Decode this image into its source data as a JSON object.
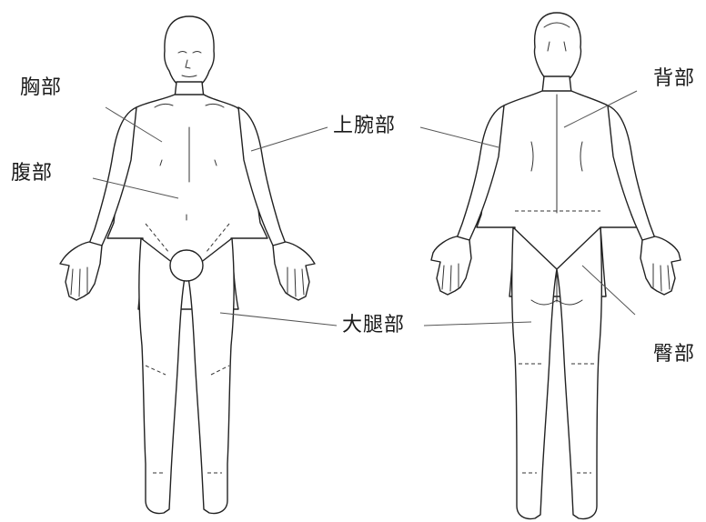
{
  "labels": {
    "chest": "胸部",
    "abdomen": "腹部",
    "upper_arm": "上腕部",
    "thigh": "大腿部",
    "back": "背部",
    "buttock": "臀部"
  },
  "colors": {
    "line": "#222222",
    "background": "#ffffff",
    "text": "#1a1a1a"
  }
}
